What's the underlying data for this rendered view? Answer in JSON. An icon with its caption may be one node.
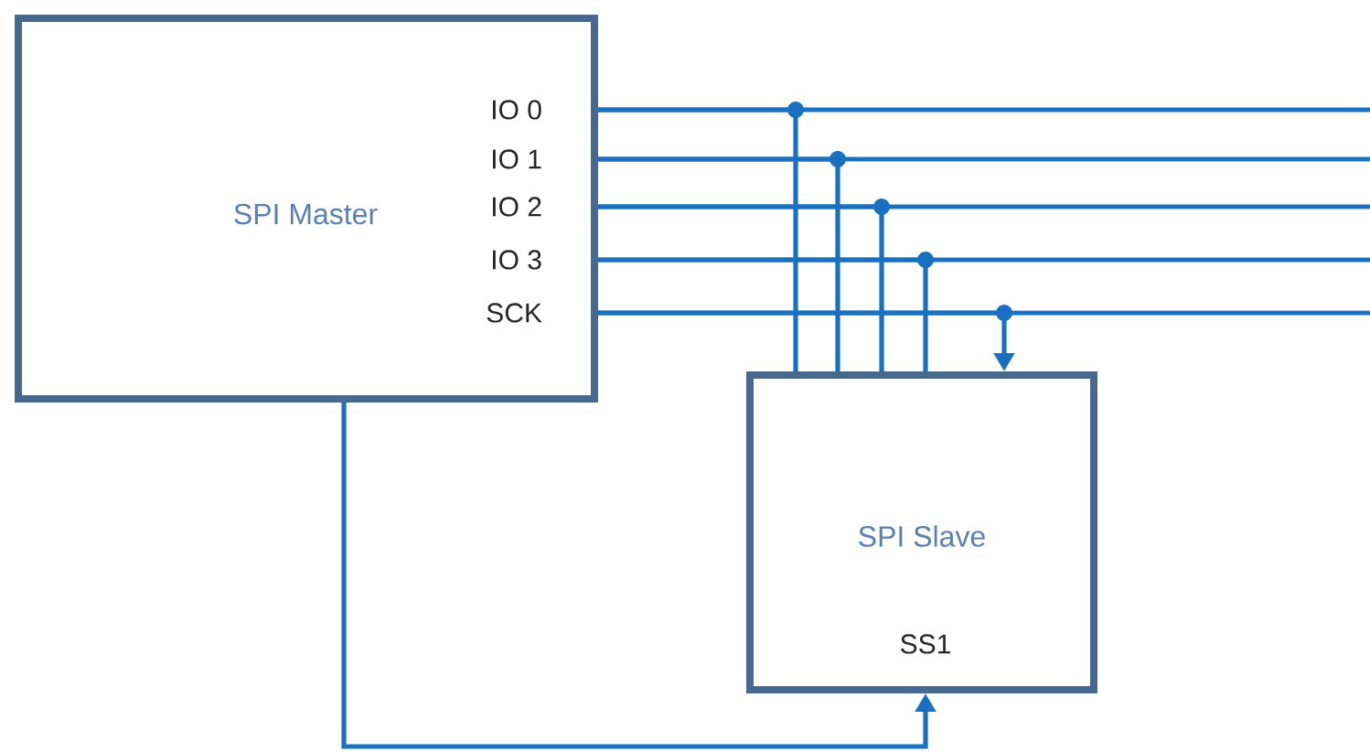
{
  "diagram": {
    "nodes": [
      {
        "text": [
          "SPI Master",
          "IO 0",
          "IO 1",
          "IO 2",
          "IO 3",
          "SCK"
        ]
      },
      {
        "text": [
          "SPI Slave",
          "SS1"
        ]
      }
    ],
    "edges": [
      {
        "from": 0,
        "to": 1,
        "arrow": "none"
      },
      {
        "from": 0,
        "to": 1,
        "arrow": "none"
      },
      {
        "from": 0,
        "to": 1,
        "arrow": "none"
      },
      {
        "from": 0,
        "to": 1,
        "arrow": "none"
      },
      {
        "from": 0,
        "to": 1,
        "arrow": "to"
      },
      {
        "from": 0,
        "to": null,
        "arrow": "none"
      },
      {
        "from": 0,
        "to": null,
        "arrow": "none"
      },
      {
        "from": 0,
        "to": null,
        "arrow": "none"
      },
      {
        "from": 0,
        "to": null,
        "arrow": "none"
      },
      {
        "from": 0,
        "to": null,
        "arrow": "none"
      },
      {
        "from": 0,
        "to": 1,
        "arrow": "to"
      }
    ]
  }
}
